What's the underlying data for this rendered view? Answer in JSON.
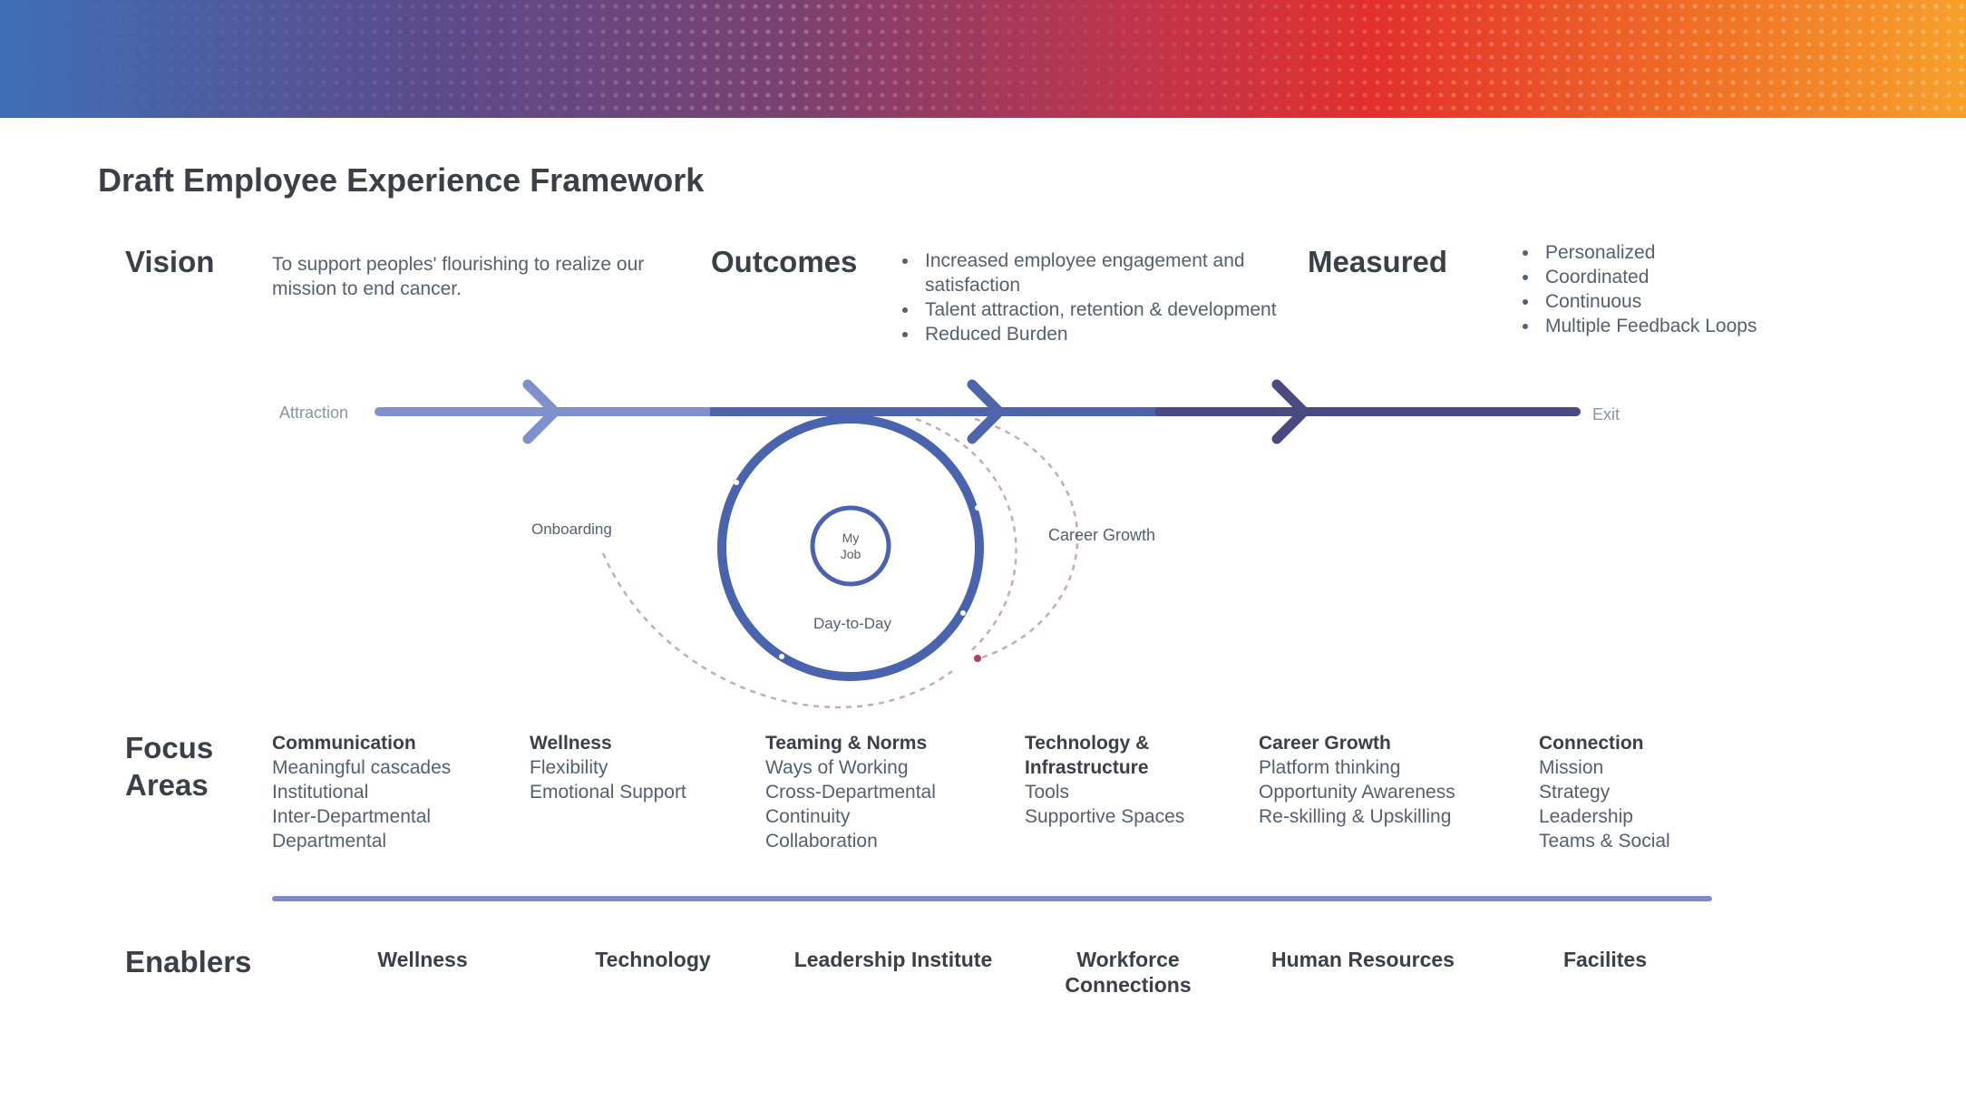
{
  "title": "Draft Employee Experience Framework",
  "colors": {
    "arrow_light": "#7f91cd",
    "arrow_mid": "#4e64ab",
    "arrow_dark": "#4a4a82",
    "circle": "#4a63ae",
    "dashed_arc": "#c9a8b9",
    "divider": "#7b8cc9"
  },
  "vision": {
    "label": "Vision",
    "text": "To support peoples' flourishing to realize our mission to end cancer."
  },
  "outcomes": {
    "label": "Outcomes",
    "items": [
      "Increased employee engagement and satisfaction",
      "Talent attraction, retention & development",
      "Reduced Burden"
    ]
  },
  "measured": {
    "label": "Measured",
    "items": [
      "Personalized",
      "Coordinated",
      "Continuous",
      "Multiple Feedback Loops"
    ]
  },
  "journey": {
    "start": "Attraction",
    "end": "Exit",
    "onboarding": "Onboarding",
    "career_growth": "Career Growth",
    "day_to_day": "Day-to-Day",
    "center_line1": "My",
    "center_line2": "Job"
  },
  "focus": {
    "label_line1": "Focus",
    "label_line2": "Areas",
    "areas": [
      {
        "head": "Communication",
        "items": [
          "Meaningful cascades",
          "Institutional",
          "Inter-Departmental",
          "Departmental"
        ]
      },
      {
        "head": "Wellness",
        "items": [
          "Flexibility",
          "Emotional Support"
        ]
      },
      {
        "head": "Teaming & Norms",
        "items": [
          "Ways of Working",
          "Cross-Departmental",
          "Continuity",
          "Collaboration"
        ]
      },
      {
        "head": "Technology & Infrastructure",
        "items": [
          "Tools",
          "Supportive Spaces"
        ]
      },
      {
        "head": "Career Growth",
        "items": [
          "Platform thinking",
          "Opportunity Awareness",
          "Re-skilling & Upskilling"
        ]
      },
      {
        "head": "Connection",
        "items": [
          "Mission",
          "Strategy",
          "Leadership",
          "Teams & Social"
        ]
      }
    ]
  },
  "enablers": {
    "label": "Enablers",
    "items": [
      "Wellness",
      "Technology",
      "Leadership Institute",
      "Workforce Connections",
      "Human Resources",
      "Facilites"
    ]
  }
}
